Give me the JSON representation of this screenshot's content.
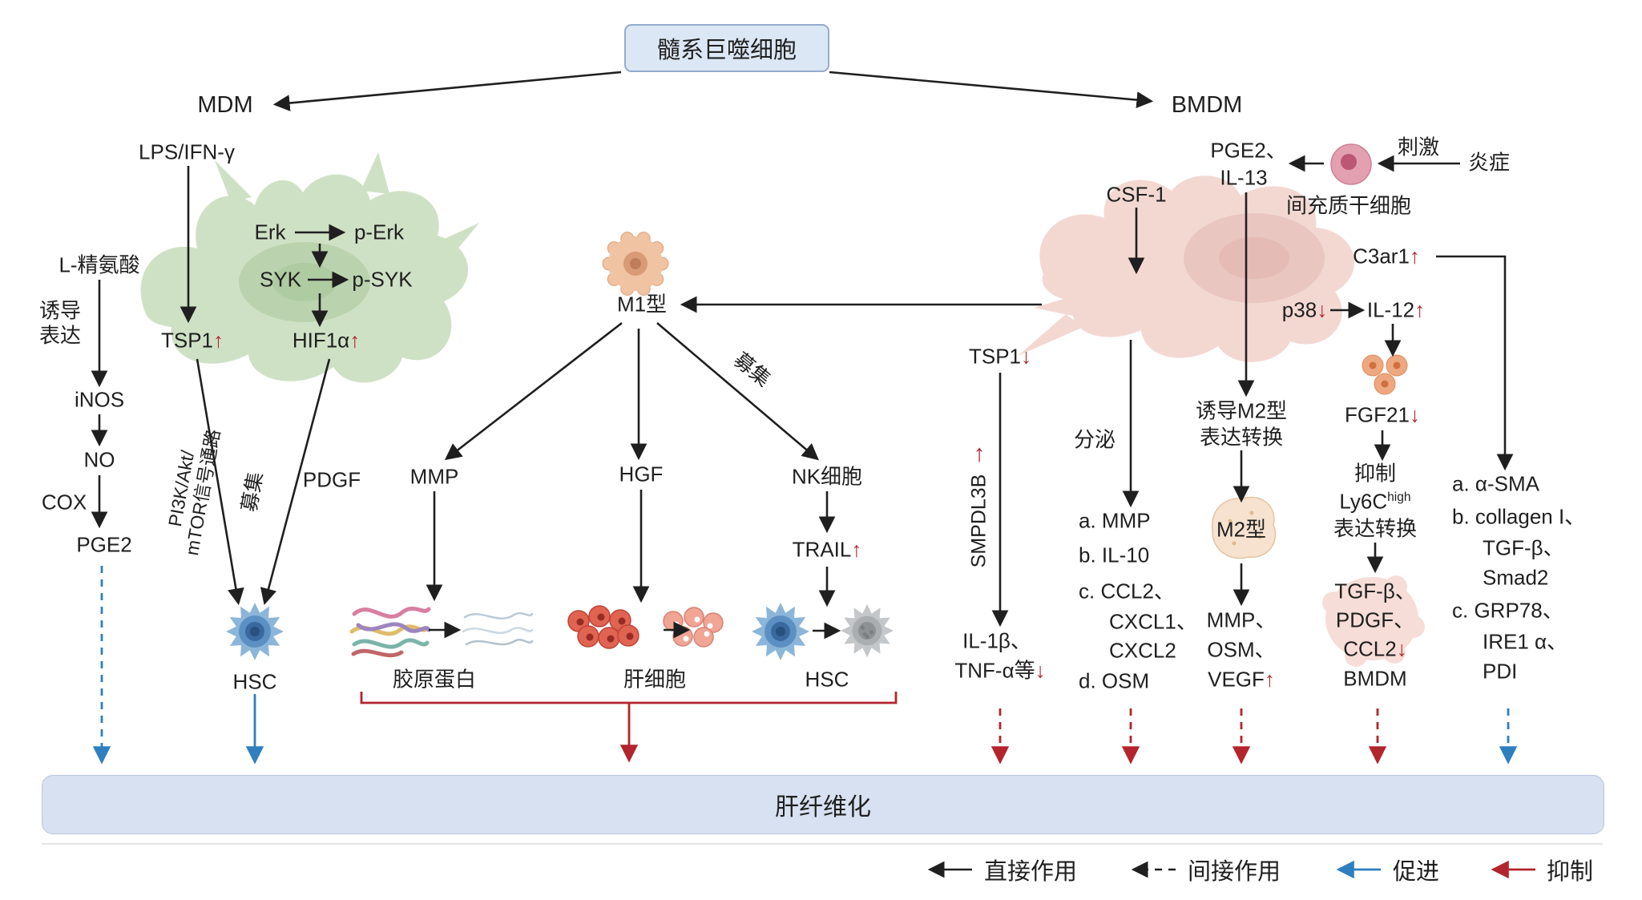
{
  "title": "髓系巨噬细胞",
  "bottom_bar": "肝纤维化",
  "legend": {
    "direct": "直接作用",
    "indirect": "间接作用",
    "promote": "促进",
    "inhibit": "抑制"
  },
  "colors": {
    "direct": "#1f1f1f",
    "promote": "#2e7fc0",
    "inhibit": "#b3242c",
    "box_fill": "#dce7f5",
    "box_border": "#94abcb",
    "bar_fill": "#d8e1f1"
  },
  "mdm": {
    "branch": "MDM",
    "stimulus": "LPS/IFN-γ",
    "erk": "Erk",
    "p_erk": "p-Erk",
    "syk": "SYK",
    "p_syk": "p-SYK",
    "l_arginine": "L-精氨酸",
    "induce_line1": "诱导",
    "induce_line2": "表达",
    "tsp1": {
      "text": "TSP1",
      "arrow": "↑"
    },
    "hif1a": {
      "text": "HIF1α",
      "arrow": "↑"
    },
    "inos": "iNOS",
    "no": "NO",
    "cox": "COX",
    "pge2": "PGE2",
    "pathway_line1": "PI3K/Akt/",
    "pathway_line2": "mTOR信号通路",
    "recruit": "募集",
    "pdgf": "PDGF",
    "hsc": "HSC"
  },
  "m1": {
    "label": "M1型",
    "mmp": "MMP",
    "hgf": "HGF",
    "nk": "NK细胞",
    "recruit": "募集",
    "trail": {
      "text": "TRAIL",
      "arrow": "↑"
    },
    "collagen": "胶原蛋白",
    "hepatocyte": "肝细胞",
    "hsc": "HSC"
  },
  "bmdm": {
    "branch": "BMDM",
    "pge2_line1": "PGE2、",
    "pge2_line2": "IL-13",
    "msc": "间充质干细胞",
    "stimulate": "刺激",
    "inflammation": "炎症",
    "csf1": "CSF-1",
    "c3ar1": {
      "text": "C3ar1",
      "arrow": "↑"
    },
    "p38": {
      "text": "p38",
      "arrow": "↓"
    },
    "il12": {
      "text": "IL-12",
      "arrow": "↑"
    },
    "fgf21": {
      "text": "FGF21",
      "arrow": "↓"
    },
    "tsp1": {
      "text": "TSP1",
      "arrow": "↓"
    },
    "smpdl3b": {
      "text": "SMPDL3B",
      "arrow": "↑"
    },
    "secrete": "分泌",
    "induce_m2_line1": "诱导M2型",
    "induce_m2_line2": "表达转换",
    "m2": "M2型",
    "il1b_line1": "IL-1β、",
    "il1b_line2": {
      "text": "TNF-α等",
      "arrow": "↓"
    },
    "secreted_list": [
      "a. MMP",
      "b. IL-10",
      "c. CCL2、",
      "CXCL1、",
      "CXCL2",
      "d. OSM"
    ],
    "m2_products": [
      "MMP、",
      "OSM、"
    ],
    "m2_products_last": {
      "text": "VEGF",
      "arrow": "↑"
    },
    "ly6c_line1": "抑制",
    "ly6c_base": "Ly6C",
    "ly6c_sup": "high",
    "ly6c_line3": "表达转换",
    "tgfb_line1": "TGF-β、",
    "tgfb_line2": "PDGF、",
    "tgfb_ccl2": {
      "text": "CCL2",
      "arrow": "↓"
    },
    "tgfb_line4": "BMDM",
    "marker_list": [
      "a. α-SMA",
      "b. collagen I、",
      "TGF-β、",
      "Smad2",
      "c. GRP78、",
      "IRE1 α、",
      "PDI"
    ]
  }
}
